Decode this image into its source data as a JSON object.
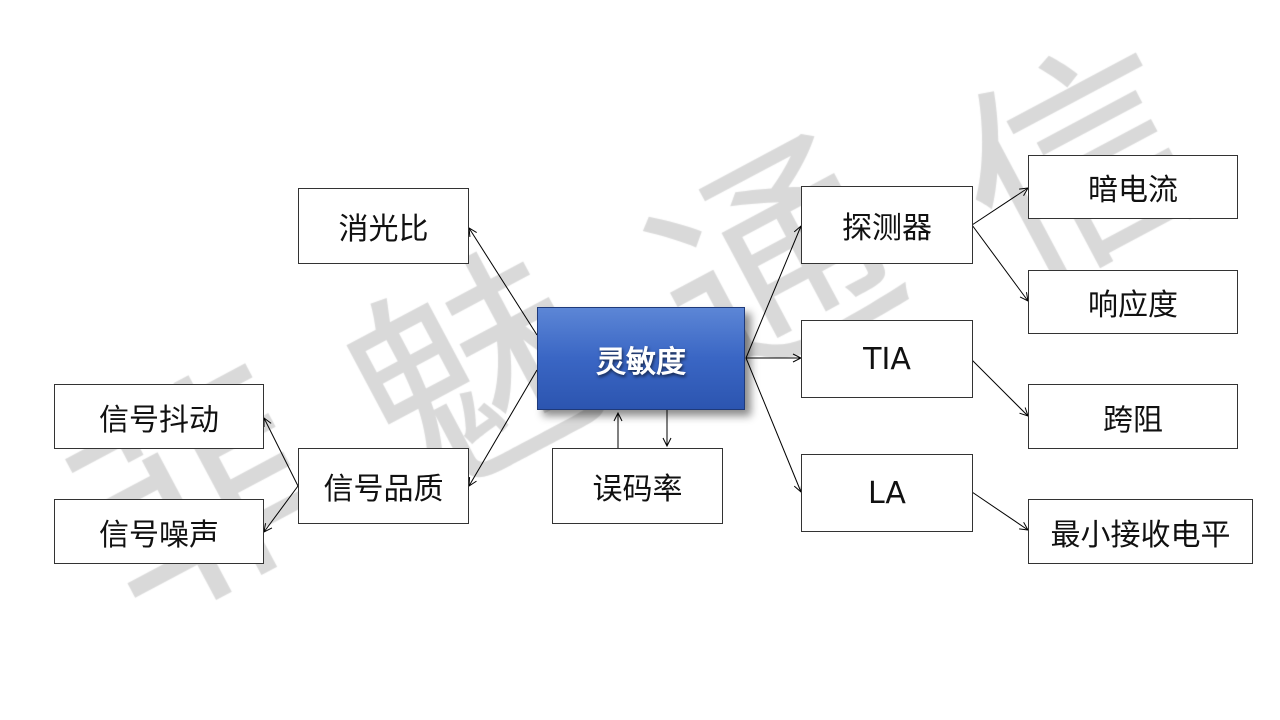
{
  "watermark": [
    "菲",
    "魅",
    "通",
    "信"
  ],
  "center": "灵敏度",
  "nodes": {
    "extinction_ratio": "消光比",
    "signal_quality": "信号品质",
    "signal_jitter": "信号抖动",
    "signal_noise": "信号噪声",
    "bit_error_rate": "误码率",
    "detector": "探测器",
    "tia": "TIA",
    "la": "LA",
    "dark_current": "暗电流",
    "responsivity": "响应度",
    "transimpedance": "跨阻",
    "min_receive_level": "最小接收电平"
  }
}
